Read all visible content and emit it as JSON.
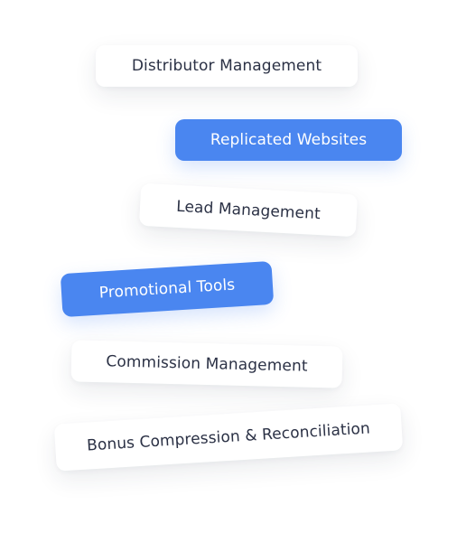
{
  "tags": [
    {
      "label": "Distributor Management",
      "style": "light"
    },
    {
      "label": "Replicated Websites",
      "style": "accent"
    },
    {
      "label": "Lead Management",
      "style": "light"
    },
    {
      "label": "Promotional Tools",
      "style": "accent"
    },
    {
      "label": "Commission Management",
      "style": "light"
    },
    {
      "label": "Bonus Compression & Reconciliation",
      "style": "light"
    }
  ],
  "colors": {
    "accent": "#4a86f0",
    "text_dark": "#2b3145",
    "background": "#ffffff"
  }
}
